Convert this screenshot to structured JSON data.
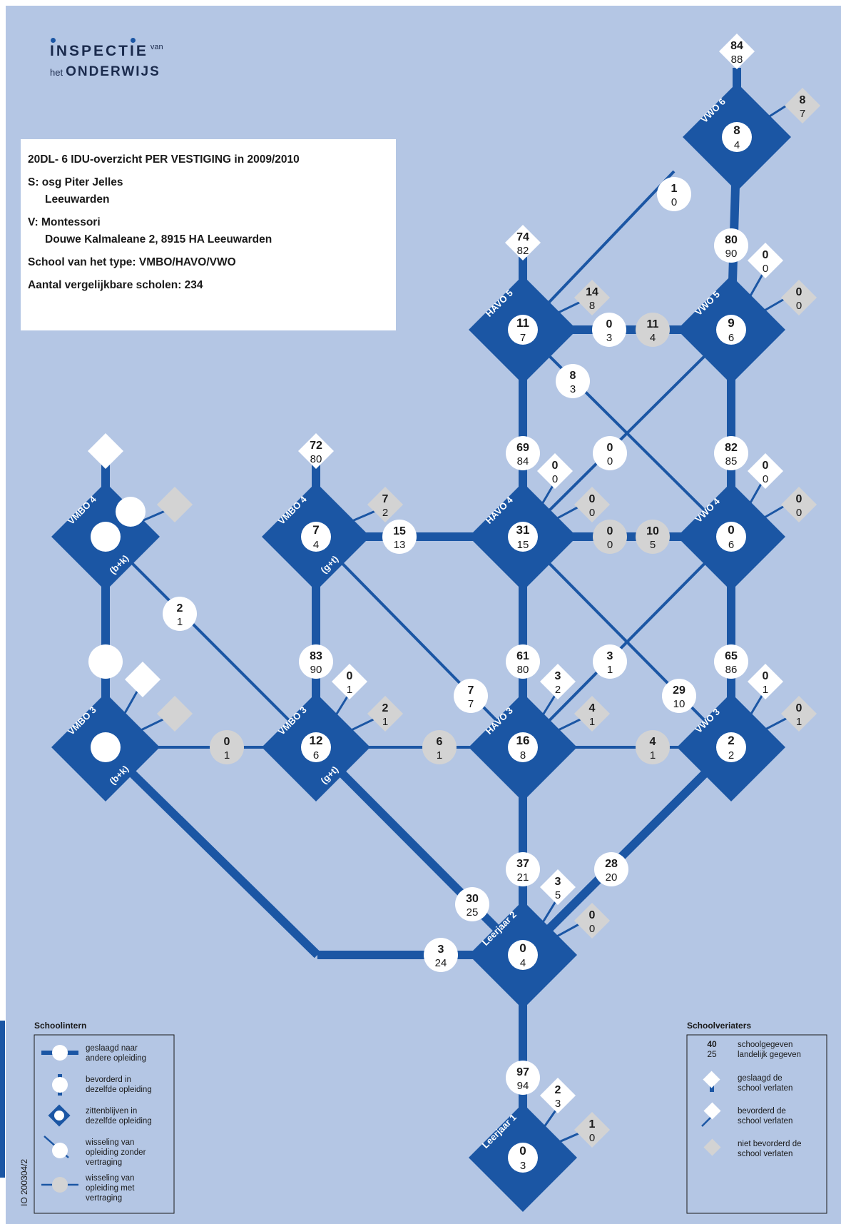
{
  "logo": {
    "line1": "INSPECTIE",
    "line1_suffix": "van",
    "line2_prefix": "het",
    "line2": "ONDERWIJS"
  },
  "info": {
    "title": "20DL-  6  IDU-overzicht PER VESTIGING in 2009/2010",
    "school_line1": "S: osg Piter Jelles",
    "school_line2": "Leeuwarden",
    "location_line1": "V: Montessori",
    "location_line2": "Douwe Kalmaleane 2, 8915 HA  Leeuwarden",
    "type_line": "School van het type: VMBO/HAVO/VWO",
    "count_line": "Aantal vergelijkbare scholen:  234"
  },
  "colors": {
    "background": "#b4c6e4",
    "node_blue": "#1b56a4",
    "white": "#ffffff",
    "grey": "#d3d3d3",
    "text_dark": "#1a1a1a"
  },
  "nodes": [
    {
      "id": "vwo6",
      "label": "VWO 6",
      "sub": "",
      "top": "8",
      "bottom": "4"
    },
    {
      "id": "havo5",
      "label": "HAVO 5",
      "sub": "",
      "top": "11",
      "bottom": "7"
    },
    {
      "id": "vwo5",
      "label": "VWO 5",
      "sub": "",
      "top": "9",
      "bottom": "6"
    },
    {
      "id": "vmbo4bk",
      "label": "VMBO 4",
      "sub": "(b+k)",
      "top": "",
      "bottom": ""
    },
    {
      "id": "vmbo4gt",
      "label": "VMBO 4",
      "sub": "(g+t)",
      "top": "7",
      "bottom": "4"
    },
    {
      "id": "havo4",
      "label": "HAVO 4",
      "sub": "",
      "top": "31",
      "bottom": "15"
    },
    {
      "id": "vwo4",
      "label": "VWO 4",
      "sub": "",
      "top": "0",
      "bottom": "6"
    },
    {
      "id": "vmbo3bk",
      "label": "VMBO 3",
      "sub": "(b+k)",
      "top": "",
      "bottom": ""
    },
    {
      "id": "vmbo3gt",
      "label": "VMBO 3",
      "sub": "(g+t)",
      "top": "12",
      "bottom": "6"
    },
    {
      "id": "havo3",
      "label": "HAVO 3",
      "sub": "",
      "top": "16",
      "bottom": "8"
    },
    {
      "id": "vwo3",
      "label": "VWO 3",
      "sub": "",
      "top": "2",
      "bottom": "2"
    },
    {
      "id": "leerjaar2",
      "label": "Leerjaar 2",
      "sub": "",
      "top": "0",
      "bottom": "4"
    },
    {
      "id": "leerjaar1",
      "label": "Leerjaar 1",
      "sub": "",
      "top": "0",
      "bottom": "3"
    }
  ],
  "flow_labels": [
    {
      "id": "vwo6-top",
      "kind": "white-diamond",
      "top": "84",
      "bottom": "88"
    },
    {
      "id": "vwo6-grey",
      "kind": "grey-diamond",
      "top": "8",
      "bottom": "7"
    },
    {
      "id": "havo5-vwo6",
      "kind": "white-circle",
      "top": "1",
      "bottom": "0"
    },
    {
      "id": "havo5-top",
      "kind": "white-diamond",
      "top": "74",
      "bottom": "82"
    },
    {
      "id": "havo5-grey",
      "kind": "grey-diamond",
      "top": "14",
      "bottom": "8"
    },
    {
      "id": "vwo5-vwo6",
      "kind": "white-circle",
      "top": "80",
      "bottom": "90"
    },
    {
      "id": "vwo5-white",
      "kind": "white-diamond",
      "top": "0",
      "bottom": "0"
    },
    {
      "id": "vwo5-grey",
      "kind": "grey-diamond",
      "top": "0",
      "bottom": "0"
    },
    {
      "id": "havo5-vwo5-a",
      "kind": "white-circle",
      "top": "0",
      "bottom": "3"
    },
    {
      "id": "havo5-vwo5-b",
      "kind": "grey-circle",
      "top": "11",
      "bottom": "4"
    },
    {
      "id": "havo5-vwo4",
      "kind": "white-circle",
      "top": "8",
      "bottom": "3"
    },
    {
      "id": "havo4-havo5",
      "kind": "white-circle",
      "top": "69",
      "bottom": "84"
    },
    {
      "id": "havo4-white",
      "kind": "white-diamond",
      "top": "0",
      "bottom": "0"
    },
    {
      "id": "havo4-vwo5",
      "kind": "white-circle",
      "top": "0",
      "bottom": "0"
    },
    {
      "id": "vwo4-vwo5",
      "kind": "white-circle",
      "top": "82",
      "bottom": "85"
    },
    {
      "id": "vwo4-white",
      "kind": "white-diamond",
      "top": "0",
      "bottom": "0"
    },
    {
      "id": "vwo4-grey",
      "kind": "grey-diamond",
      "top": "0",
      "bottom": "0"
    },
    {
      "id": "vmbo4bk-top",
      "kind": "white-diamond",
      "top": "",
      "bottom": ""
    },
    {
      "id": "vmbo4bk-grey",
      "kind": "grey-diamond",
      "top": "",
      "bottom": ""
    },
    {
      "id": "vmbo4gt-top",
      "kind": "white-diamond",
      "top": "72",
      "bottom": "80"
    },
    {
      "id": "vmbo4gt-grey",
      "kind": "grey-diamond",
      "top": "7",
      "bottom": "2"
    },
    {
      "id": "vmbo4gt-havo4",
      "kind": "white-circle",
      "top": "15",
      "bottom": "13"
    },
    {
      "id": "havo4-grey",
      "kind": "grey-diamond",
      "top": "0",
      "bottom": "0"
    },
    {
      "id": "havo4-vwo4-a",
      "kind": "grey-circle",
      "top": "0",
      "bottom": "0"
    },
    {
      "id": "havo4-vwo4-b",
      "kind": "grey-circle",
      "top": "10",
      "bottom": "5"
    },
    {
      "id": "vmbo4bk-vmbo3gt",
      "kind": "white-circle",
      "top": "2",
      "bottom": "1"
    },
    {
      "id": "vmbo3bk-vmbo4bk",
      "kind": "white-circle",
      "top": "",
      "bottom": ""
    },
    {
      "id": "vmbo3gt-vmbo4gt",
      "kind": "white-circle",
      "top": "83",
      "bottom": "90"
    },
    {
      "id": "havo3-havo4",
      "kind": "white-circle",
      "top": "61",
      "bottom": "80"
    },
    {
      "id": "havo3-vwo4",
      "kind": "white-circle",
      "top": "3",
      "bottom": "1"
    },
    {
      "id": "vwo3-vwo4",
      "kind": "white-circle",
      "top": "65",
      "bottom": "86"
    },
    {
      "id": "havo4-vwo3",
      "kind": "white-circle",
      "top": "29",
      "bottom": "10"
    },
    {
      "id": "vmbo4gt-havo3",
      "kind": "white-circle",
      "top": "7",
      "bottom": "7"
    },
    {
      "id": "vmbo3bk-white",
      "kind": "white-diamond",
      "top": "",
      "bottom": ""
    },
    {
      "id": "vmbo3bk-grey",
      "kind": "grey-diamond",
      "top": "",
      "bottom": ""
    },
    {
      "id": "vmbo3gt-white",
      "kind": "white-diamond",
      "top": "0",
      "bottom": "1"
    },
    {
      "id": "vmbo3gt-grey",
      "kind": "grey-diamond",
      "top": "2",
      "bottom": "1"
    },
    {
      "id": "havo3-white",
      "kind": "white-diamond",
      "top": "3",
      "bottom": "2"
    },
    {
      "id": "havo3-grey",
      "kind": "grey-diamond",
      "top": "4",
      "bottom": "1"
    },
    {
      "id": "vwo3-white",
      "kind": "white-diamond",
      "top": "0",
      "bottom": "1"
    },
    {
      "id": "vwo3-grey",
      "kind": "grey-diamond",
      "top": "0",
      "bottom": "1"
    },
    {
      "id": "vmbo3bk-vmbo3gt",
      "kind": "grey-circle",
      "top": "0",
      "bottom": "1"
    },
    {
      "id": "vmbo3gt-havo3",
      "kind": "grey-circle",
      "top": "6",
      "bottom": "1"
    },
    {
      "id": "havo3-vwo3",
      "kind": "grey-circle",
      "top": "4",
      "bottom": "1"
    },
    {
      "id": "leerjaar2-havo3",
      "kind": "white-circle",
      "top": "37",
      "bottom": "21"
    },
    {
      "id": "leerjaar2-white",
      "kind": "white-diamond",
      "top": "3",
      "bottom": "5"
    },
    {
      "id": "leerjaar2-grey",
      "kind": "grey-diamond",
      "top": "0",
      "bottom": "0"
    },
    {
      "id": "leerjaar2-vwo3",
      "kind": "white-circle",
      "top": "28",
      "bottom": "20"
    },
    {
      "id": "leerjaar2-vmbo3gt",
      "kind": "white-circle",
      "top": "30",
      "bottom": "25"
    },
    {
      "id": "leerjaar2-vmbo3bk",
      "kind": "white-circle",
      "top": "3",
      "bottom": "24"
    },
    {
      "id": "leerjaar1-leerjaar2",
      "kind": "white-circle",
      "top": "97",
      "bottom": "94"
    },
    {
      "id": "leerjaar1-white",
      "kind": "white-diamond",
      "top": "2",
      "bottom": "3"
    },
    {
      "id": "leerjaar1-grey",
      "kind": "grey-diamond",
      "top": "1",
      "bottom": "0"
    }
  ],
  "legend_left": {
    "title": "Schoolintern",
    "items": [
      {
        "label1": "geslaagd naar",
        "label2": "andere opleiding",
        "label3": ""
      },
      {
        "label1": "bevorderd in",
        "label2": "dezelfde opleiding",
        "label3": ""
      },
      {
        "label1": "zittenblijven in",
        "label2": "dezelfde opleiding",
        "label3": ""
      },
      {
        "label1": "wisseling van",
        "label2": "opleiding zonder",
        "label3": "vertraging"
      },
      {
        "label1": "wisseling van",
        "label2": "opleiding met",
        "label3": "vertraging"
      }
    ]
  },
  "legend_right": {
    "title": "Schoolveriaters",
    "num_top": "40",
    "num_bottom": "25",
    "num_label1": "schoolgegeven",
    "num_label2": "landelijk gegeven",
    "items": [
      {
        "label1": "geslaagd de",
        "label2": "school verlaten"
      },
      {
        "label1": "bevorderd de",
        "label2": "school verlaten"
      },
      {
        "label1": "niet bevorderd de",
        "label2": "school verlaten"
      }
    ]
  },
  "side_code": "IO 200304/2"
}
